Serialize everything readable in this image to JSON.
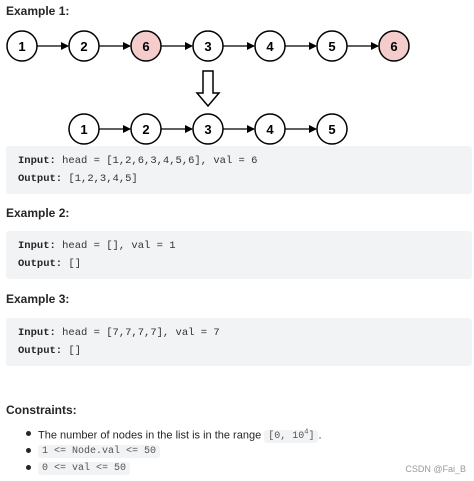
{
  "example1": {
    "heading": "Example 1:",
    "input_nodes": [
      {
        "label": "1",
        "removed": false
      },
      {
        "label": "2",
        "removed": false
      },
      {
        "label": "6",
        "removed": true
      },
      {
        "label": "3",
        "removed": false
      },
      {
        "label": "4",
        "removed": false
      },
      {
        "label": "5",
        "removed": false
      },
      {
        "label": "6",
        "removed": true
      }
    ],
    "output_nodes": [
      {
        "label": "1",
        "removed": false
      },
      {
        "label": "2",
        "removed": false
      },
      {
        "label": "3",
        "removed": false
      },
      {
        "label": "4",
        "removed": false
      },
      {
        "label": "5",
        "removed": false
      }
    ],
    "input_label": "Input:",
    "input_value": " head = [1,2,6,3,4,5,6], val = 6",
    "output_label": "Output:",
    "output_value": " [1,2,3,4,5]"
  },
  "example2": {
    "heading": "Example 2:",
    "input_label": "Input:",
    "input_value": " head = [], val = 1",
    "output_label": "Output:",
    "output_value": " []"
  },
  "example3": {
    "heading": "Example 3:",
    "input_label": "Input:",
    "input_value": " head = [7,7,7,7], val = 7",
    "output_label": "Output:",
    "output_value": " []"
  },
  "constraints": {
    "heading": "Constraints:",
    "item1_text": "The number of nodes in the list is in the range ",
    "item1_range_start": "[0, 10",
    "item1_range_exp": "4",
    "item1_range_end": "]",
    "item1_suffix": ".",
    "item2_code": "1 <= Node.val <= 50",
    "item3_code": "0 <= val <= 50"
  },
  "colors": {
    "removed_node_fill": "#f4cccc",
    "node_fill": "#ffffff",
    "code_bg": "#f2f3f5"
  },
  "watermark": "CSDN @Fai_B"
}
